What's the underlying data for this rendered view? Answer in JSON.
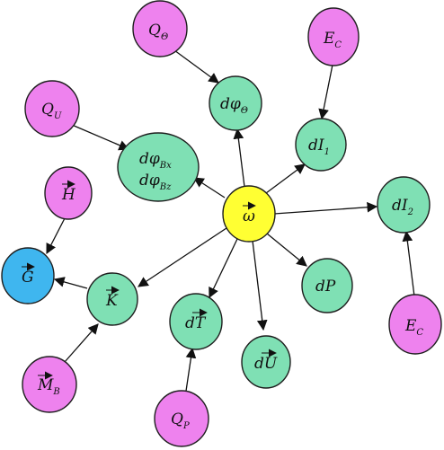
{
  "colors": {
    "source": "#ee82ee",
    "derived": "#7fe0b4",
    "center": "#ffff33",
    "target": "#3fb6ef",
    "stroke": "#1e1e1e"
  },
  "nodes": {
    "q_theta": {
      "main": "Q",
      "sub": "Θ",
      "kind": "source"
    },
    "e_c_top": {
      "main": "E",
      "sub": "C",
      "kind": "source"
    },
    "q_u": {
      "main": "Q",
      "sub": "U",
      "kind": "source"
    },
    "h": {
      "main": "H",
      "vec": true,
      "kind": "source"
    },
    "m_b": {
      "main": "M",
      "sub": "B",
      "vec": true,
      "kind": "source"
    },
    "q_p": {
      "main": "Q",
      "sub": "P",
      "kind": "source"
    },
    "e_c_bottom": {
      "main": "E",
      "sub": "C",
      "kind": "source"
    },
    "d_phi_theta": {
      "main": "dφ",
      "sub": "Θ",
      "kind": "derived"
    },
    "d_i1": {
      "main": "dI",
      "sub": "1",
      "kind": "derived"
    },
    "d_phi_bxz_line1": {
      "main": "dφ",
      "sub": "Bx"
    },
    "d_phi_bxz_line2": {
      "main": "dφ",
      "sub": "Bz"
    },
    "d_i2": {
      "main": "dI",
      "sub": "2",
      "kind": "derived"
    },
    "k": {
      "main": "K",
      "vec": true,
      "kind": "derived"
    },
    "d_t": {
      "main": "dT",
      "vec": true,
      "kind": "derived"
    },
    "d_u": {
      "main": "dU",
      "vec": true,
      "kind": "derived"
    },
    "d_p": {
      "main": "dP",
      "kind": "derived"
    },
    "omega": {
      "main": "ω",
      "vec": true,
      "kind": "center"
    },
    "g": {
      "main": "G",
      "vec": true,
      "kind": "target"
    }
  }
}
